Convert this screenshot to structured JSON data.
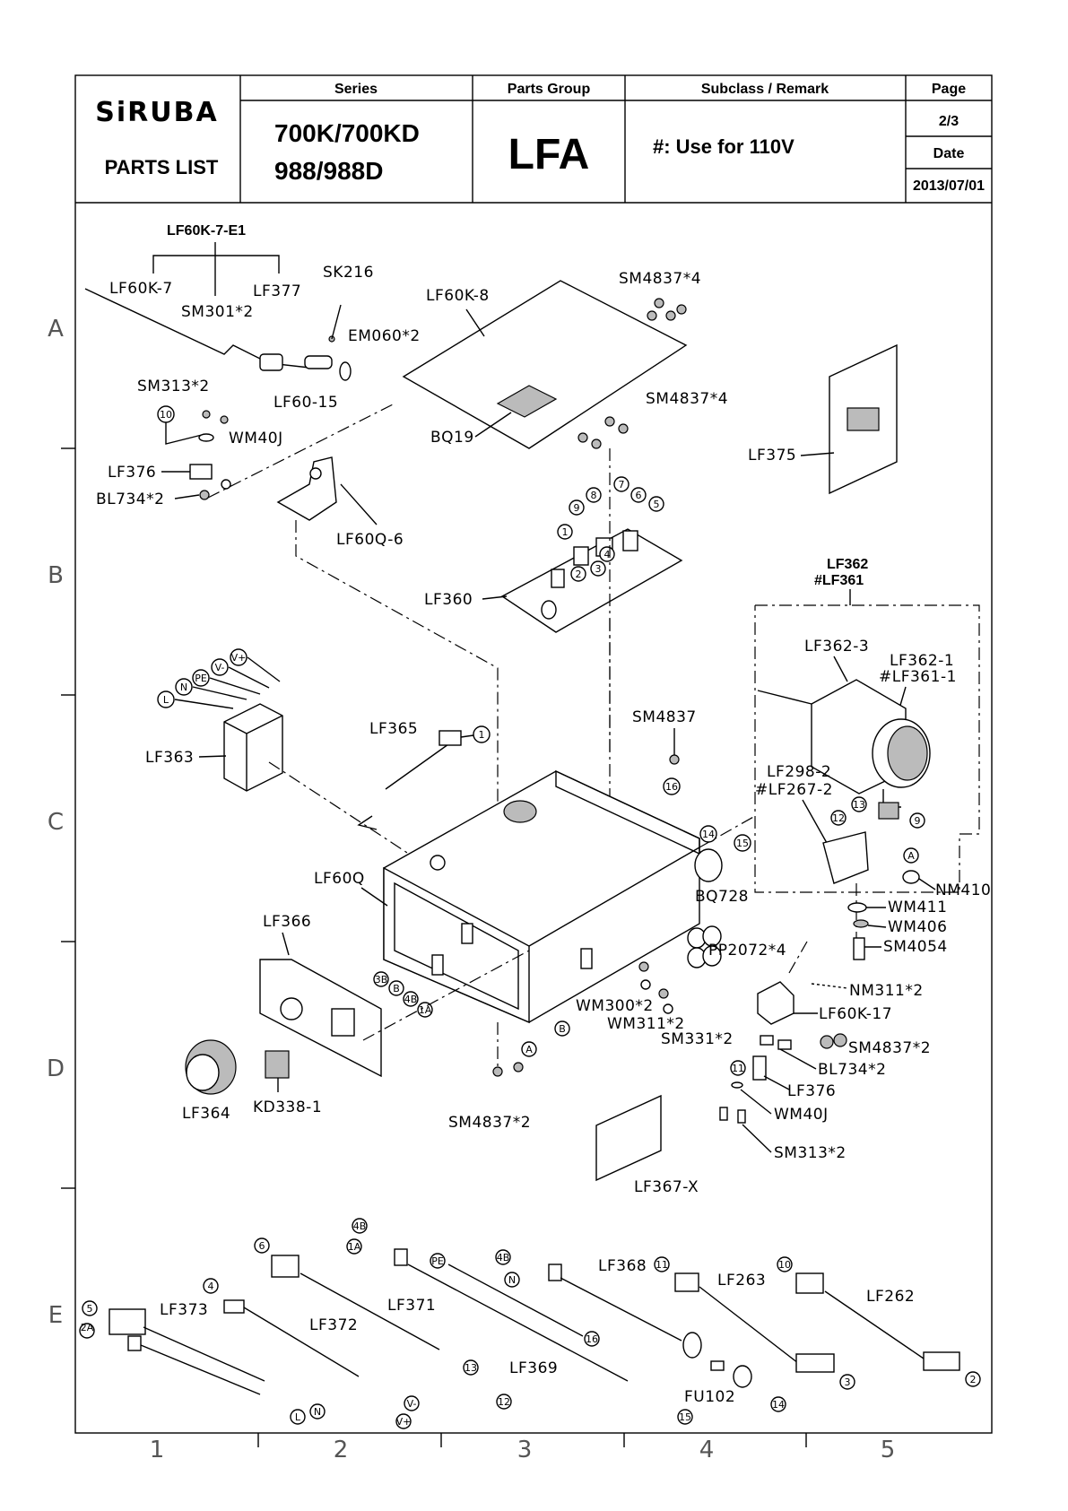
{
  "header": {
    "logo": "SiRUBA",
    "doc_type": "PARTS LIST",
    "series_label": "Series",
    "series_line1": "700K/700KD",
    "series_line2": "988/988D",
    "parts_group_label": "Parts Group",
    "parts_group": "LFA",
    "subclass_label": "Subclass / Remark",
    "remark": "#: Use for 110V",
    "page_label": "Page",
    "page": "2/3",
    "date_label": "Date",
    "date": "2013/07/01"
  },
  "row_labels": [
    "A",
    "B",
    "C",
    "D",
    "E"
  ],
  "col_labels": [
    "1",
    "2",
    "3",
    "4",
    "5"
  ],
  "callouts": {
    "lf60k7e1": "LF60K-7-E1",
    "lf60k7": "LF60K-7",
    "lf377": "LF377",
    "sm301": "SM301*2",
    "sk216": "SK216",
    "em060": "EM060*2",
    "lf6015": "LF60-15",
    "sm313a": "SM313*2",
    "wm40ja": "WM40J",
    "lf376a": "LF376",
    "bl734a": "BL734*2",
    "lf60q6": "LF60Q-6",
    "lf60k8": "LF60K-8",
    "sm4837_4a": "SM4837*4",
    "sm4837_4b": "SM4837*4",
    "bq19": "BQ19",
    "lf375": "LF375",
    "lf360": "LF360",
    "lf362": "LF362",
    "lf361": "#LF361",
    "lf3623": "LF362-3",
    "lf3621": "LF362-1",
    "lf3611": "#LF361-1",
    "lf2982": "LF298-2",
    "lf2672": "#LF267-2",
    "lf363": "LF363",
    "lf365": "LF365",
    "sm4837": "SM4837",
    "bq728": "BQ728",
    "lf60q": "LF60Q",
    "nm410": "NM410",
    "wm411": "WM411",
    "wm406": "WM406",
    "sm4054": "SM4054",
    "pp2072": "PP2072*4",
    "lf366": "LF366",
    "nm311": "NM311*2",
    "lf60k17": "LF60K-17",
    "wm300": "WM300*2",
    "wm311": "WM311*2",
    "sm331": "SM331*2",
    "sm4837_2a": "SM4837*2",
    "bl734b": "BL734*2",
    "lf376b": "LF376",
    "wm40jb": "WM40J",
    "sm313b": "SM313*2",
    "lf364": "LF364",
    "kd3381": "KD338-1",
    "sm4837_2b": "SM4837*2",
    "lf367x": "LF367-X",
    "lf373": "LF373",
    "lf372": "LF372",
    "lf371": "LF371",
    "lf369": "LF369",
    "lf368": "LF368",
    "lf263": "LF263",
    "lf262": "LF262",
    "fu102": "FU102"
  },
  "markers": [
    "1",
    "2",
    "3",
    "4",
    "5",
    "6",
    "7",
    "8",
    "9",
    "10",
    "11",
    "12",
    "13",
    "14",
    "15",
    "16",
    "A",
    "B",
    "1A",
    "2A",
    "3B",
    "4B",
    "L",
    "N",
    "PE",
    "V-",
    "V+"
  ]
}
